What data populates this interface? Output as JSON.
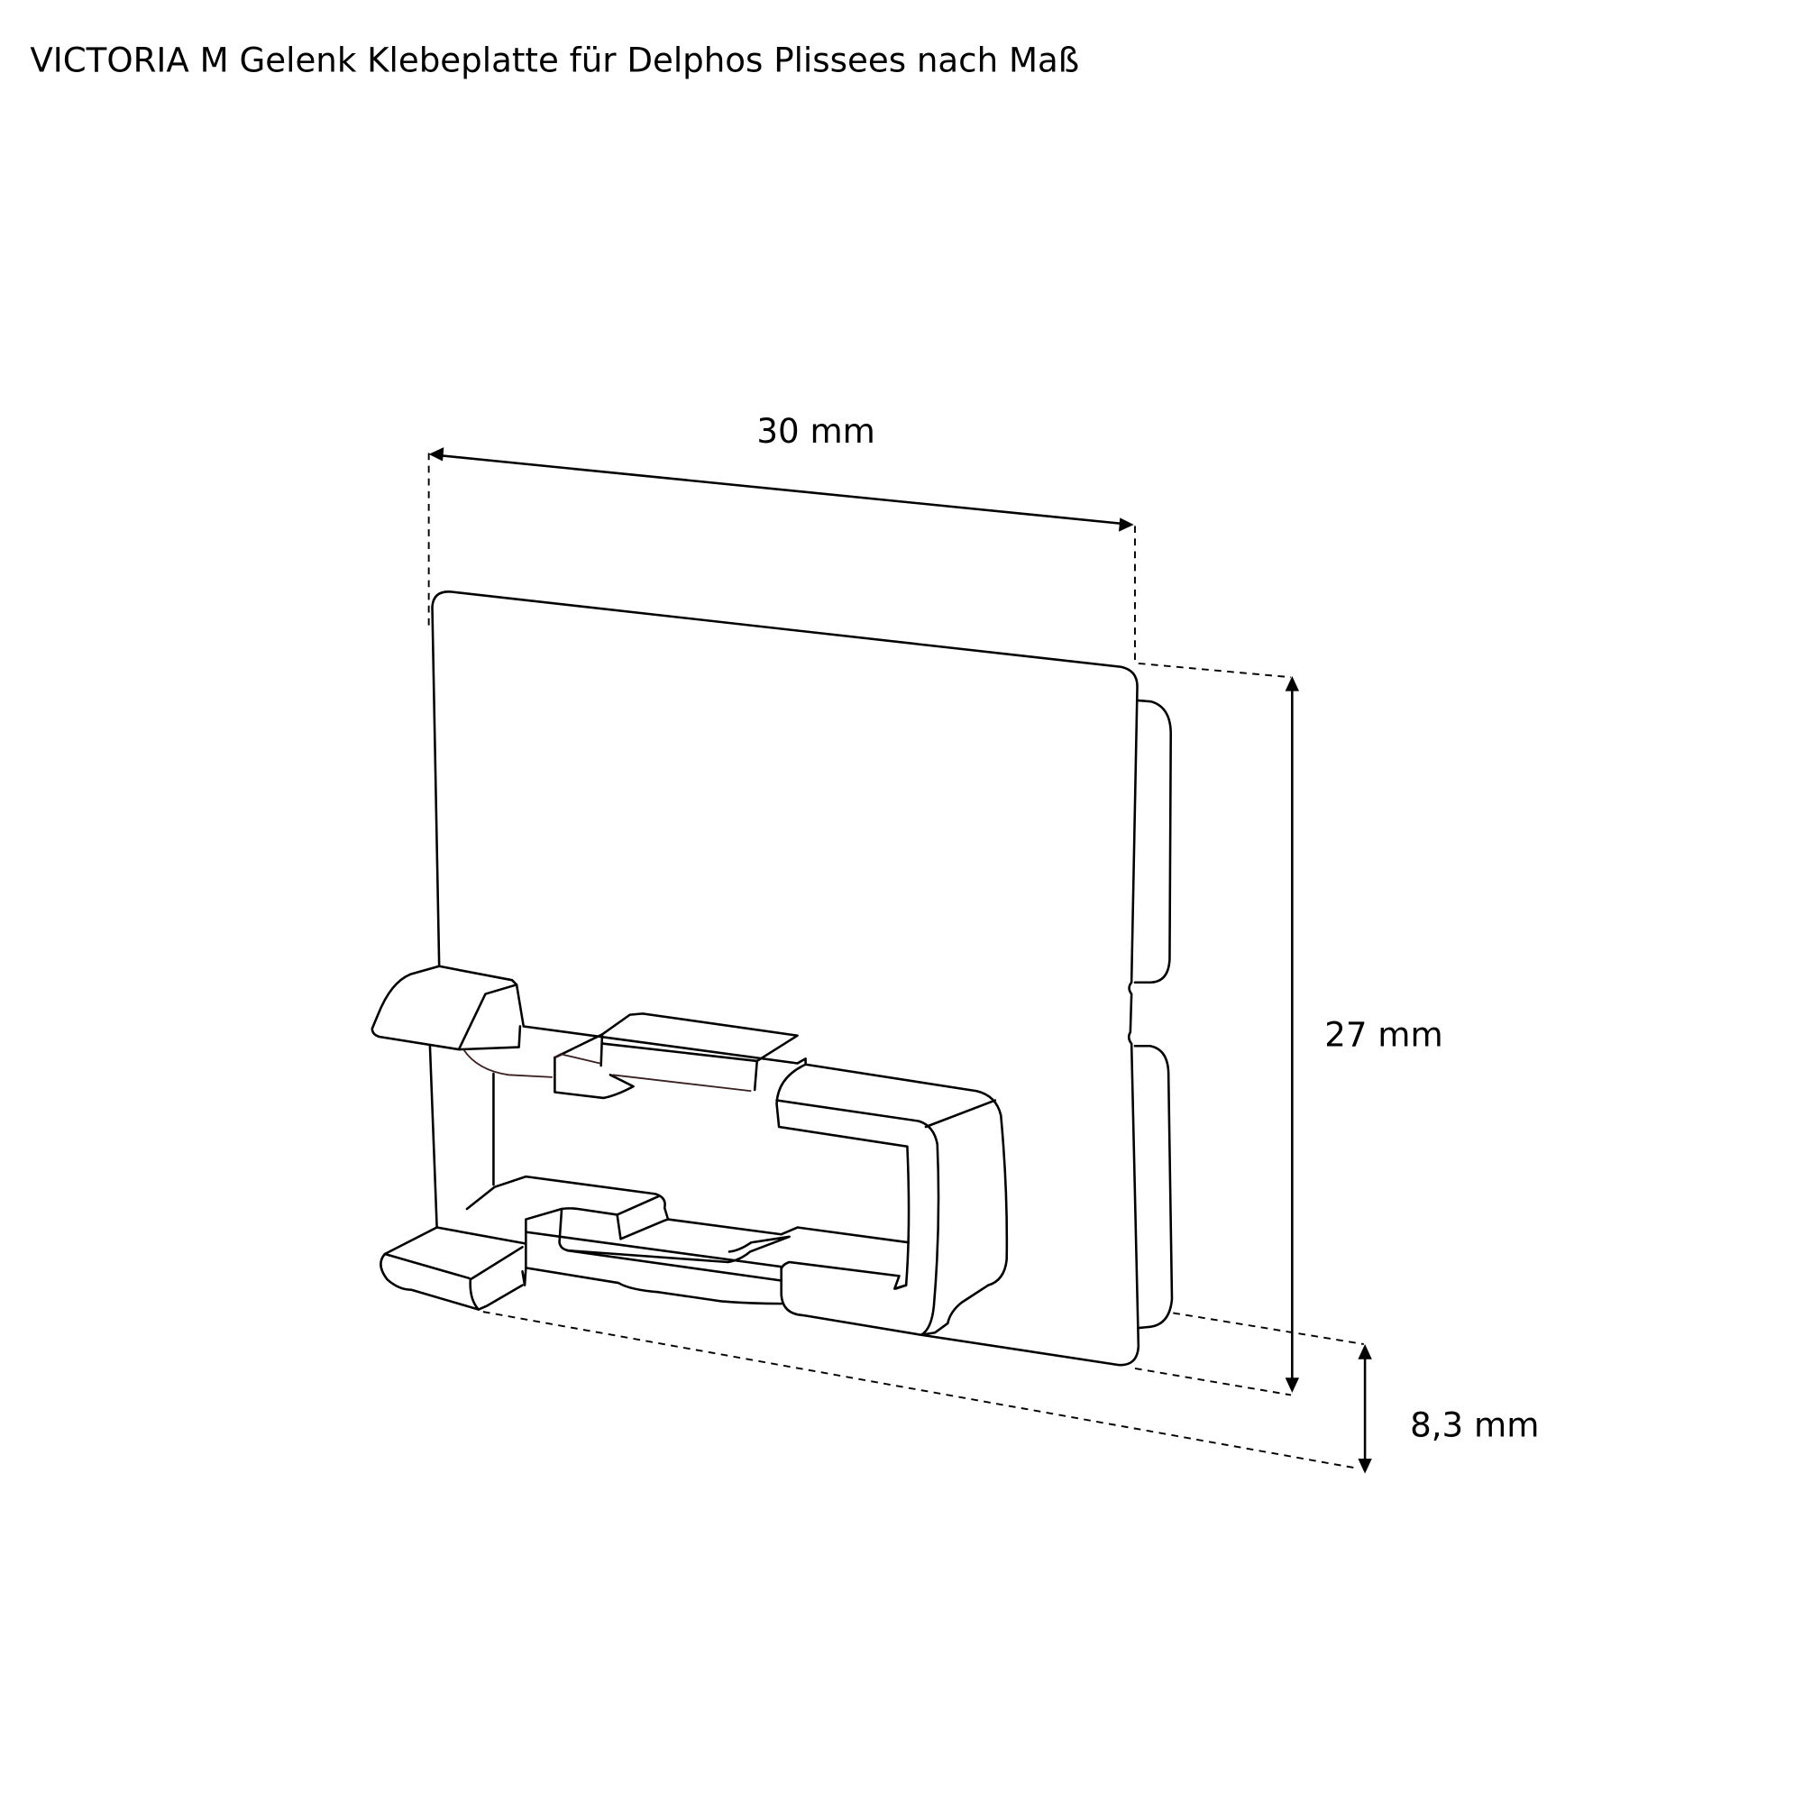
{
  "title": "VICTORIA M Gelenk Klebeplatte für Delphos Plissees nach Maß",
  "dimensions": {
    "width": "30 mm",
    "height": "27 mm",
    "depth": "8,3 mm"
  },
  "colors": {
    "line": "#000000",
    "background": "#ffffff"
  }
}
